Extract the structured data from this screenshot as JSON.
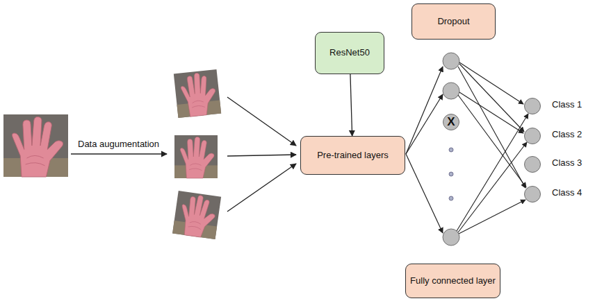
{
  "diagram": {
    "nodes": [
      {
        "text": [
          "Dropout"
        ]
      },
      {
        "text": [
          "ResNet50"
        ]
      },
      {
        "text": [
          "Pre-trained layers"
        ]
      },
      {
        "text": [
          "X"
        ]
      },
      {
        "text": [
          "Class 1"
        ]
      },
      {
        "text": [
          "Class 2"
        ]
      },
      {
        "text": [
          "Class 3"
        ]
      },
      {
        "text": [
          "Class 4"
        ]
      },
      {
        "text": [
          "Fully connected layer"
        ]
      }
    ],
    "edges": [
      {
        "from": 1,
        "to": 2,
        "arrow": "to"
      }
    ],
    "labels": [
      "Data augumentation"
    ]
  }
}
